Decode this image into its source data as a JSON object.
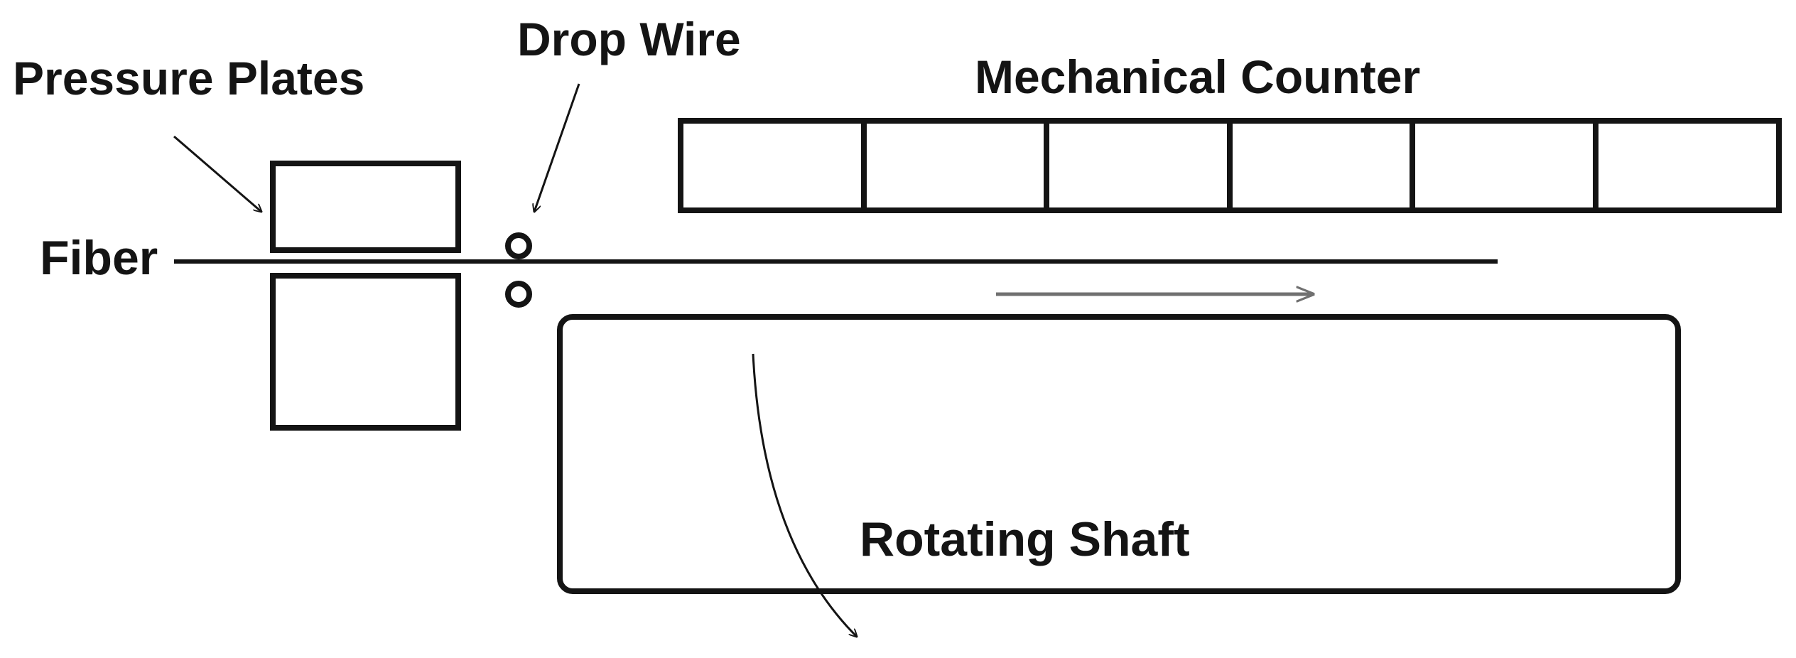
{
  "labels": {
    "pressure_plates": "Pressure Plates",
    "drop_wire": "Drop Wire",
    "mechanical_counter": "Mechanical Counter",
    "fiber": "Fiber",
    "rotating_shaft": "Rotating Shaft"
  },
  "mechanical_counter": {
    "cell_count": 6
  },
  "colors": {
    "ink": "#141414",
    "motion_arrow": "#707070",
    "background": "#ffffff"
  }
}
